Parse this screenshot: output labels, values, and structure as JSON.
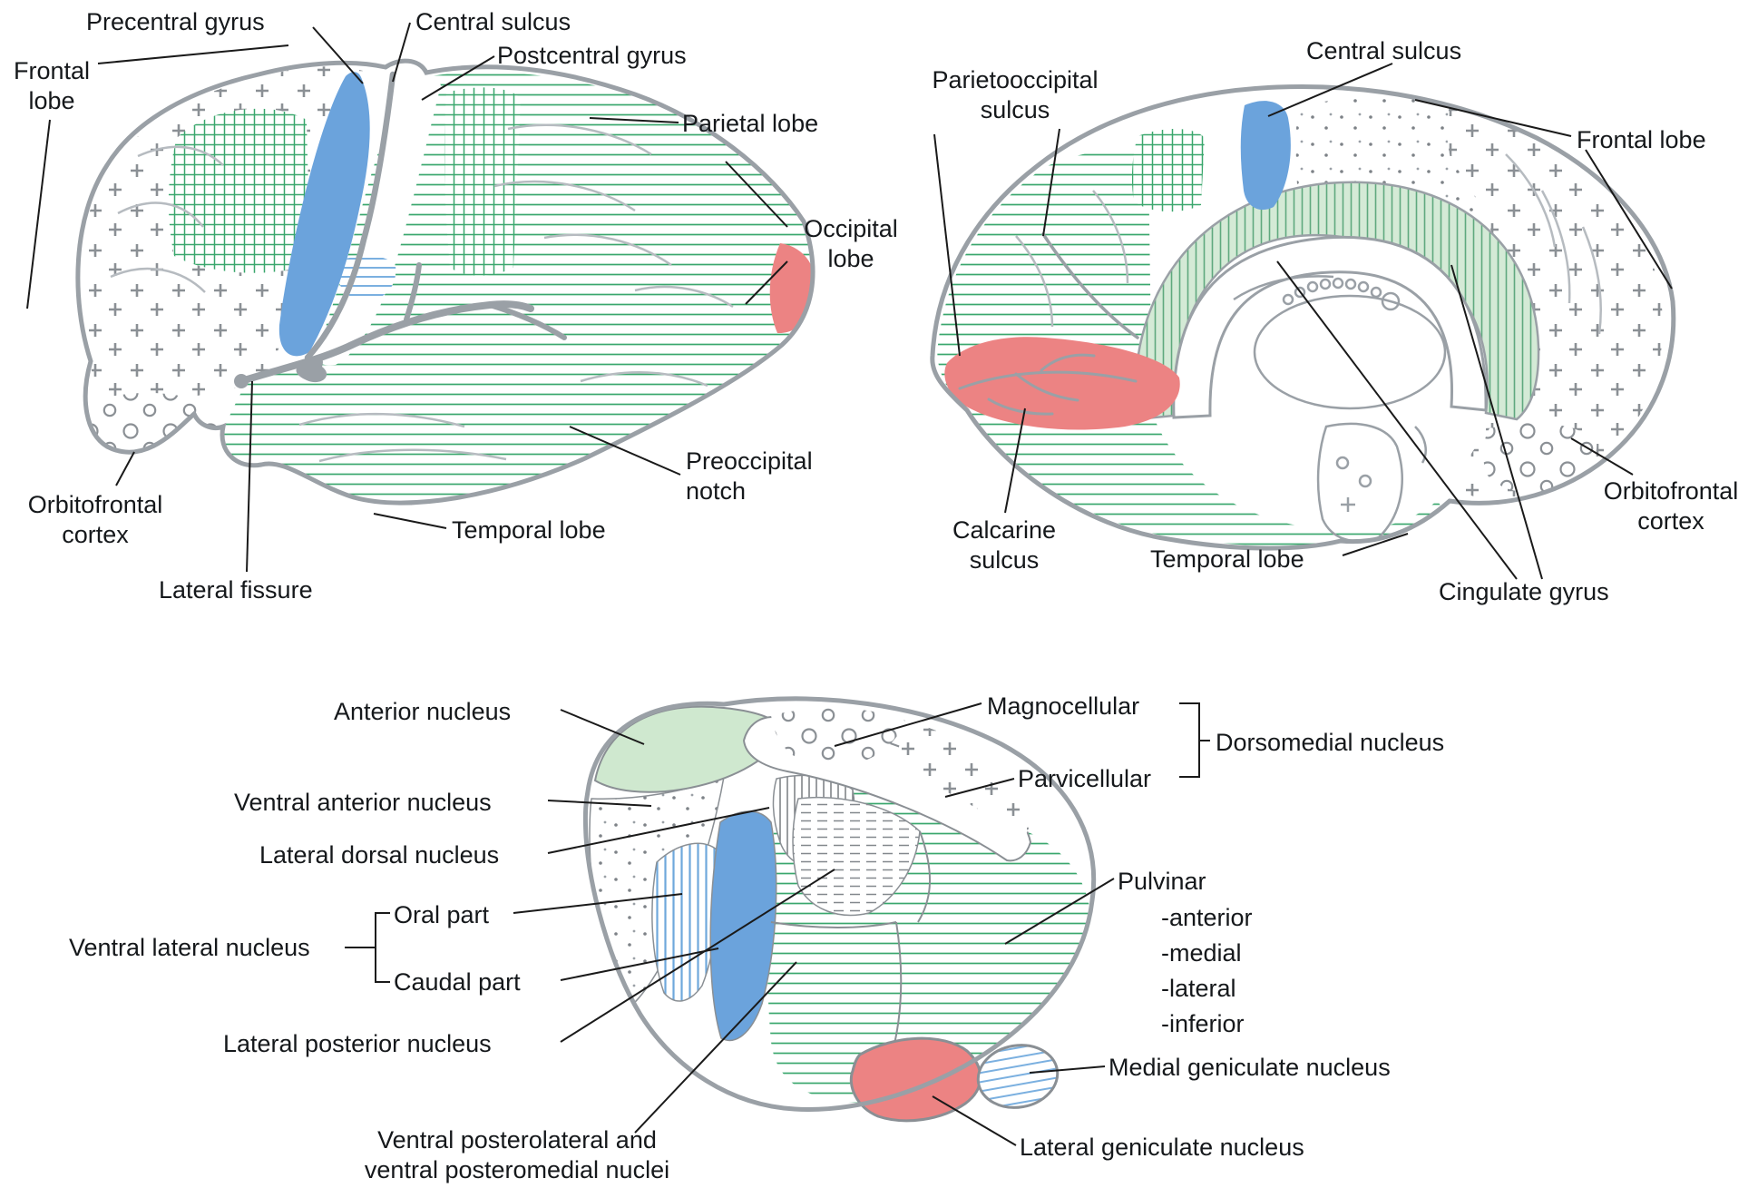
{
  "figure": {
    "description": "Brain anatomy diagram: lateral view, medial view, and thalamic nuclei",
    "colors": {
      "outline_gray": "#9aa0a6",
      "inner_gyri_gray": "#b6bbc0",
      "leader_black": "#1a1a1a",
      "region_blue": "#6ba3dc",
      "region_red": "#ec8383",
      "region_light_green": "#cfe8cf",
      "hatch_green": "#3aa76d",
      "hatch_blue": "#6fa8dc",
      "hatch_gray": "#8b9095"
    }
  },
  "lateral_view": {
    "labels": {
      "precentral_gyrus": "Precentral gyrus",
      "central_sulcus": "Central sulcus",
      "postcentral_gyrus": "Postcentral gyrus",
      "frontal_lobe": "Frontal lobe",
      "parietal_lobe": "Parietal lobe",
      "occipital_lobe": "Occipital lobe",
      "preoccipital_notch": "Preoccipital notch",
      "orbitofrontal_cortex": "Orbitofrontal cortex",
      "temporal_lobe": "Temporal lobe",
      "lateral_fissure": "Lateral fissure"
    }
  },
  "medial_view": {
    "labels": {
      "central_sulcus": "Central sulcus",
      "parietooccipital_sulcus": "Parietooccipital sulcus",
      "frontal_lobe": "Frontal lobe",
      "orbitofrontal_cortex": "Orbitofrontal cortex",
      "calcarine_sulcus": "Calcarine sulcus",
      "temporal_lobe": "Temporal lobe",
      "cingulate_gyrus": "Cingulate gyrus"
    }
  },
  "thalamus_view": {
    "labels": {
      "anterior_nucleus": "Anterior nucleus",
      "ventral_anterior_nucleus": "Ventral anterior nucleus",
      "lateral_dorsal_nucleus": "Lateral dorsal nucleus",
      "ventral_lateral_nucleus": "Ventral lateral nucleus",
      "oral_part": "Oral part",
      "caudal_part": "Caudal part",
      "lateral_posterior_nucleus": "Lateral posterior nucleus",
      "vpl_vpm": "Ventral posterolateral and ventral posteromedial nuclei",
      "magnocellular": "Magnocellular",
      "parvicellular": "Parvicellular",
      "dorsomedial_nucleus": "Dorsomedial nucleus",
      "pulvinar": "Pulvinar",
      "pulvinar_items": [
        "-anterior",
        "-medial",
        "-lateral",
        "-inferior"
      ],
      "medial_geniculate_nucleus": "Medial geniculate nucleus",
      "lateral_geniculate_nucleus": "Lateral geniculate nucleus"
    }
  }
}
